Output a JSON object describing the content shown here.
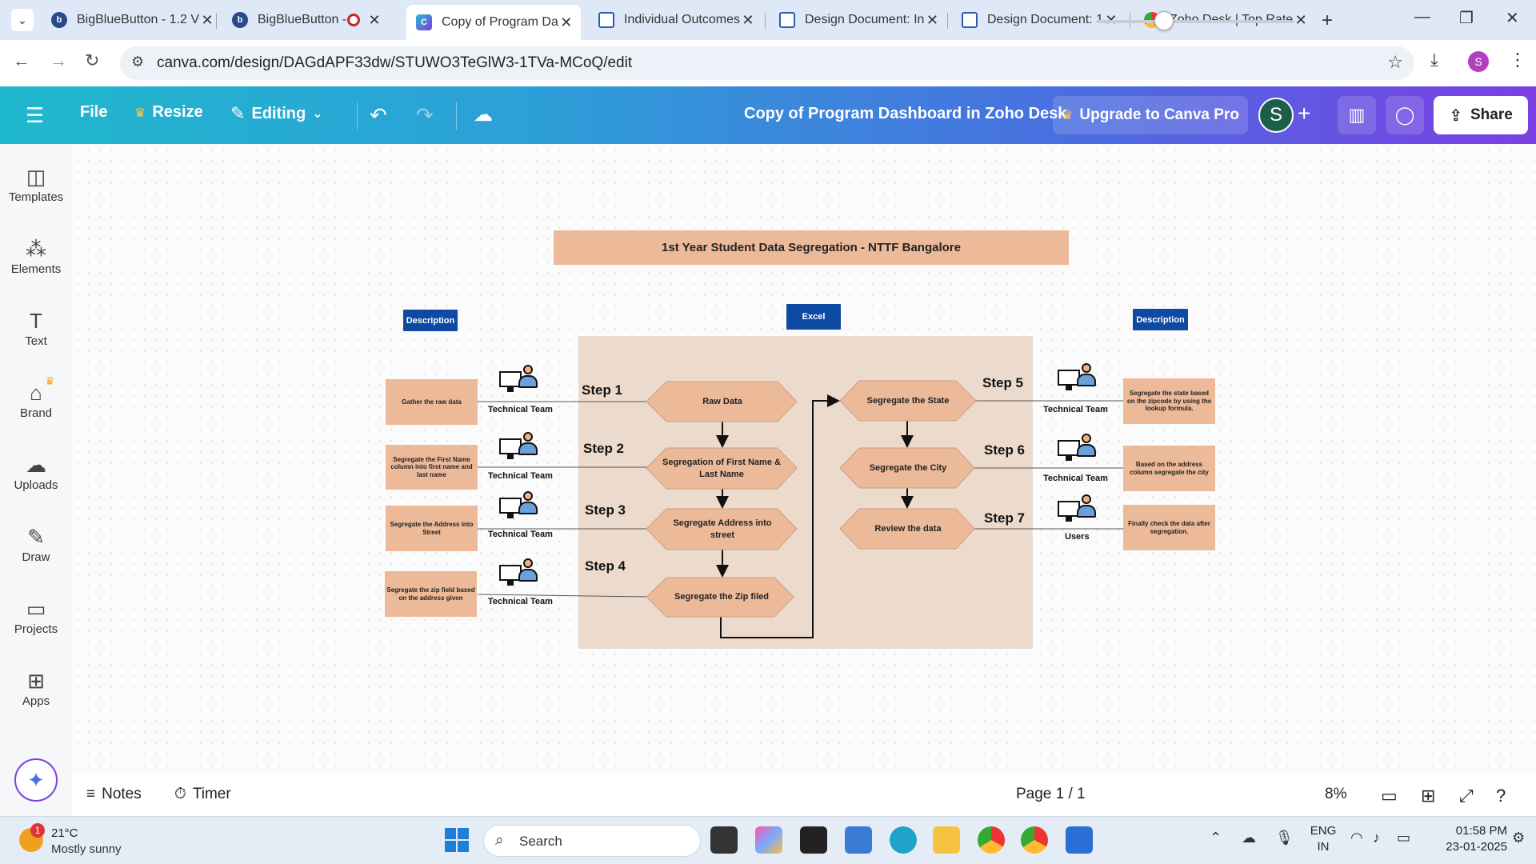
{
  "browser": {
    "tabs": [
      {
        "label": "BigBlueButton - 1.2 V",
        "icon": "bigbluebutton-icon"
      },
      {
        "label": "BigBlueButton - ",
        "icon": "bigbluebutton-icon"
      },
      {
        "label": "Copy of Program Da",
        "icon": "canva-icon"
      },
      {
        "label": "Individual Outcomes",
        "icon": "chart-icon"
      },
      {
        "label": "Design Document: In",
        "icon": "doc-icon"
      },
      {
        "label": "Design Document: 1",
        "icon": "doc-icon"
      },
      {
        "label": "Zoho Desk | Top Rate",
        "icon": "chrome-icon"
      }
    ],
    "url": "canva.com/design/DAGdAPF33dw/STUWO3TeGlW3-1TVa-MCoQ/edit",
    "profile_initial": "S"
  },
  "canva_header": {
    "menu_label": "File",
    "resize_label": "Resize",
    "editing_label": "Editing",
    "doc_title": "Copy of Program Dashboard in Zoho Desk",
    "upgrade_label": "Upgrade to Canva Pro",
    "avatar_initial": "S",
    "share_label": "Share"
  },
  "sidebar": {
    "items": [
      {
        "label": "Templates",
        "icon": "templates-icon"
      },
      {
        "label": "Elements",
        "icon": "elements-icon"
      },
      {
        "label": "Text",
        "icon": "text-icon"
      },
      {
        "label": "Brand",
        "icon": "brand-icon"
      },
      {
        "label": "Uploads",
        "icon": "uploads-icon"
      },
      {
        "label": "Draw",
        "icon": "draw-icon"
      },
      {
        "label": "Projects",
        "icon": "projects-icon"
      },
      {
        "label": "Apps",
        "icon": "apps-icon"
      }
    ]
  },
  "diagram": {
    "title": "1st Year Student Data Segregation - NTTF Bangalore",
    "left_tag": "Description",
    "center_tag": "Excel",
    "right_tag": "Description",
    "steps": [
      {
        "step": "Step 1",
        "hex": "Raw Data",
        "desc": "Gather the raw data",
        "team": "Technical Team"
      },
      {
        "step": "Step 2",
        "hex": "Segregation of First Name & Last Name",
        "desc": "Segregate the First Name column into first name and last name",
        "team": "Technical Team"
      },
      {
        "step": "Step 3",
        "hex": "Segregate Address into street",
        "desc": "Segregate the Address into Street",
        "team": "Technical Team"
      },
      {
        "step": "Step 4",
        "hex": "Segregate the Zip  filed",
        "desc": "Segregate the zip field based on the address given",
        "team": "Technical Team"
      },
      {
        "step": "Step 5",
        "hex": "Segregate the State",
        "desc": "Segregate the state based on the zipcode by using the lookup formula.",
        "team": "Technical Team"
      },
      {
        "step": "Step 6",
        "hex": "Segregate the City",
        "desc": "Based on the address column segregate the city",
        "team": "Technical Team"
      },
      {
        "step": "Step 7",
        "hex": "Review the data",
        "desc": "Finally check the data after segregation.",
        "team": "Users"
      }
    ]
  },
  "bottom_bar": {
    "notes_label": "Notes",
    "timer_label": "Timer",
    "page_label": "Page 1 / 1",
    "zoom_label": "8%",
    "zoom_fraction": 0.33
  },
  "taskbar": {
    "weather_temp": "21°C",
    "weather_desc": "Mostly sunny",
    "weather_badge": "1",
    "search_label": "Search",
    "lang_line1": "ENG",
    "lang_line2": "IN",
    "time": "01:58 PM",
    "date": "23-01-2025"
  },
  "colors": {
    "header_gradient_start": "#1fb8cd",
    "header_gradient_end": "#7b3fe4",
    "diagram_box": "#ecb999",
    "diagram_panel": "#ecdbcd",
    "tag_blue": "#0e4aa3"
  }
}
